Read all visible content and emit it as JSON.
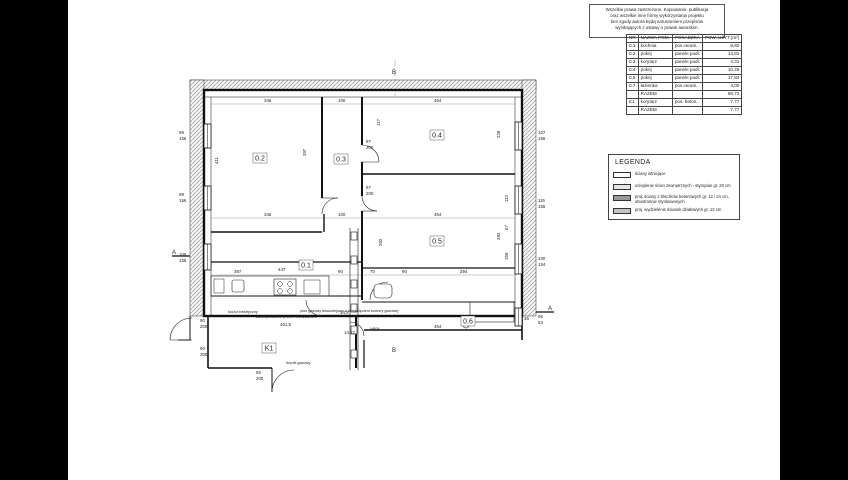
{
  "copyright": {
    "lines": [
      "Wszelkie prawa zastrzeżone. Kopiowanie, publikacja",
      "oraz wszelkie inne formy wykorzystania projektu",
      "bez zgody autora będą naruszeniem przepisów",
      "wynikających z ustawy o prawie autorskim."
    ]
  },
  "rooms_table": {
    "headers": [
      "NR",
      "NAZWA POM.",
      "POSADZKA",
      "POW. UŻYT.(m²)"
    ],
    "rows": [
      [
        "0.1",
        "kuchnia",
        "pos.ceram.",
        "8,60"
      ],
      [
        "0.2",
        "pokój",
        "panele podł.",
        "14,81"
      ],
      [
        "0.3",
        "korytarz",
        "panele podł.",
        "4,31"
      ],
      [
        "0.4",
        "pokój",
        "panele podł.",
        "10,26"
      ],
      [
        "0.5",
        "pokój",
        "panele podł.",
        "17,84"
      ],
      [
        "0.7",
        "łazienka",
        "pos.ceram.",
        "4,00"
      ],
      [
        "",
        "RAZEM",
        "",
        "59,72"
      ],
      [
        "K1",
        "korytarz",
        "pos. beton.",
        "7,77"
      ],
      [
        "",
        "RAZEM",
        "",
        "7,77"
      ]
    ]
  },
  "legend": {
    "title": "LEGENDA",
    "items": [
      "ściany istniejące",
      "ocieplenie ścian zewnętrznych - styropian gr. 20 cm",
      "proj. ściany z bloczków betonowych gr. 12 i 24 cm, obustronnie otynkowanych",
      "proj. wydzielenie ścianek działowych gr. 12 cm"
    ],
    "swatches": [
      "#ffffff",
      "#e6e6e6",
      "#9a9a9a",
      "#c4c4c4"
    ]
  },
  "plan": {
    "room_labels": [
      "0.2",
      "0.3",
      "0.4",
      "0.5",
      "0.1",
      "0.6",
      "K1"
    ],
    "dimensions": {
      "top_346": "346",
      "top_100": "100",
      "top_454": "454",
      "mid_346": "346",
      "mid_100": "100",
      "mid_454": "454",
      "lower_397": "397",
      "lower_447": "447",
      "lower_90a": "90",
      "lower_70": "70",
      "lower_90b": "90",
      "lower_294": "294",
      "bottom_454": "454",
      "bottom_1422": "14,22",
      "right_36": "36",
      "dim_397": "397",
      "dim_411": "411",
      "dim_97a": "97",
      "dim_200a": "200",
      "dim_97b": "97",
      "dim_200b": "200",
      "dim_228": "228",
      "dim_112": "112",
      "dim_117": "117",
      "dim_282": "282",
      "dim_393": "393",
      "dim_67": "67",
      "dim_159": "159",
      "dim_90w": "90",
      "dim_200w": "200",
      "dim_4615": "461,5",
      "dim_90x": "90",
      "dim_200x": "200",
      "dim_145": "14,5",
      "dim_56": "56",
      "dim_200y": "200"
    },
    "left_windows": [
      {
        "w": "99",
        "h": "156"
      },
      {
        "w": "99",
        "h": "156"
      },
      {
        "w": "105",
        "h": "156"
      }
    ],
    "right_windows": [
      {
        "w": "107",
        "h": "156"
      },
      {
        "w": "115",
        "h": "155"
      },
      {
        "w": "100",
        "h": "154"
      },
      {
        "w": "96",
        "h": "53"
      }
    ],
    "section_left": "A",
    "section_right": "A",
    "notes": {
      "boiler": "kocioł elektryczny",
      "meter": "zabezpieczenie przed. mieszkaniem",
      "gas_pipe": "pion gazowy dwukolejowy z zamknięciem komory gazowej",
      "gas_meter": "licznik gazowy",
      "riser": "NB08"
    },
    "axis_top": "B",
    "axis_bottom": "B"
  }
}
